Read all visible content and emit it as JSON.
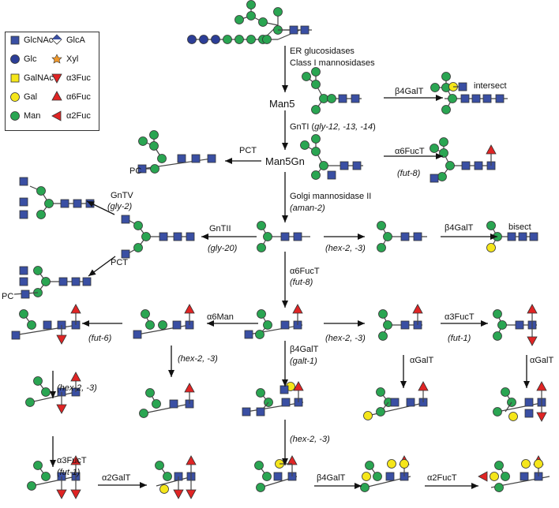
{
  "colors": {
    "glcnac": "#3a4fa3",
    "glc": "#2c3e97",
    "galnac": "#f5e61a",
    "gal": "#f5e61a",
    "man": "#2aa552",
    "glca": "#3a4fa3",
    "xyl": "#f0982a",
    "fuc": "#e02424"
  },
  "legend": [
    {
      "label": "GlcNAc",
      "icon": "blue-square-icon"
    },
    {
      "label": "Glc",
      "icon": "blue-circle-icon"
    },
    {
      "label": "GalNAc",
      "icon": "yellow-square-icon"
    },
    {
      "label": "Gal",
      "icon": "yellow-circle-icon"
    },
    {
      "label": "Man",
      "icon": "green-circle-icon"
    },
    {
      "label": "GlcA",
      "icon": "split-diamond-icon"
    },
    {
      "label": "Xyl",
      "icon": "orange-star-icon"
    },
    {
      "label": "α3Fuc",
      "icon": "triangle-down-icon"
    },
    {
      "label": "α6Fuc",
      "icon": "triangle-up-icon"
    },
    {
      "label": "α2Fuc",
      "icon": "triangle-left-icon"
    }
  ],
  "labels": {
    "er1": "ER glucosidases",
    "er2": "Class I mannosidases",
    "man5": "Man5",
    "gnti": "GnTI (",
    "gnti_genes": "gly-12, -13, -14",
    "gnti_close": ")",
    "man5gn": "Man5Gn",
    "pct": "PCT",
    "pc": "PC",
    "b4galt": "β4GalT",
    "intersect": "intersect",
    "a6fuct": "α6FucT",
    "fut8": "(fut-8)",
    "golgi": "Golgi mannosidase  II",
    "aman2": "(aman-2)",
    "gntv": "GnTV",
    "gly2": "(gly-2)",
    "gntii": "GnTII",
    "gly20": "(gly-20)",
    "hex23": "(hex-2, -3)",
    "bisect": "bisect",
    "a6man": "α6Man",
    "fut6": "(fut-6)",
    "a3fuct": "α3FucT",
    "fut1": "(fut-1)",
    "agalt": "αGalT",
    "galt1": "(galt-1)",
    "a2galt": "α2GalT",
    "a2fuct": "α2FucT"
  }
}
